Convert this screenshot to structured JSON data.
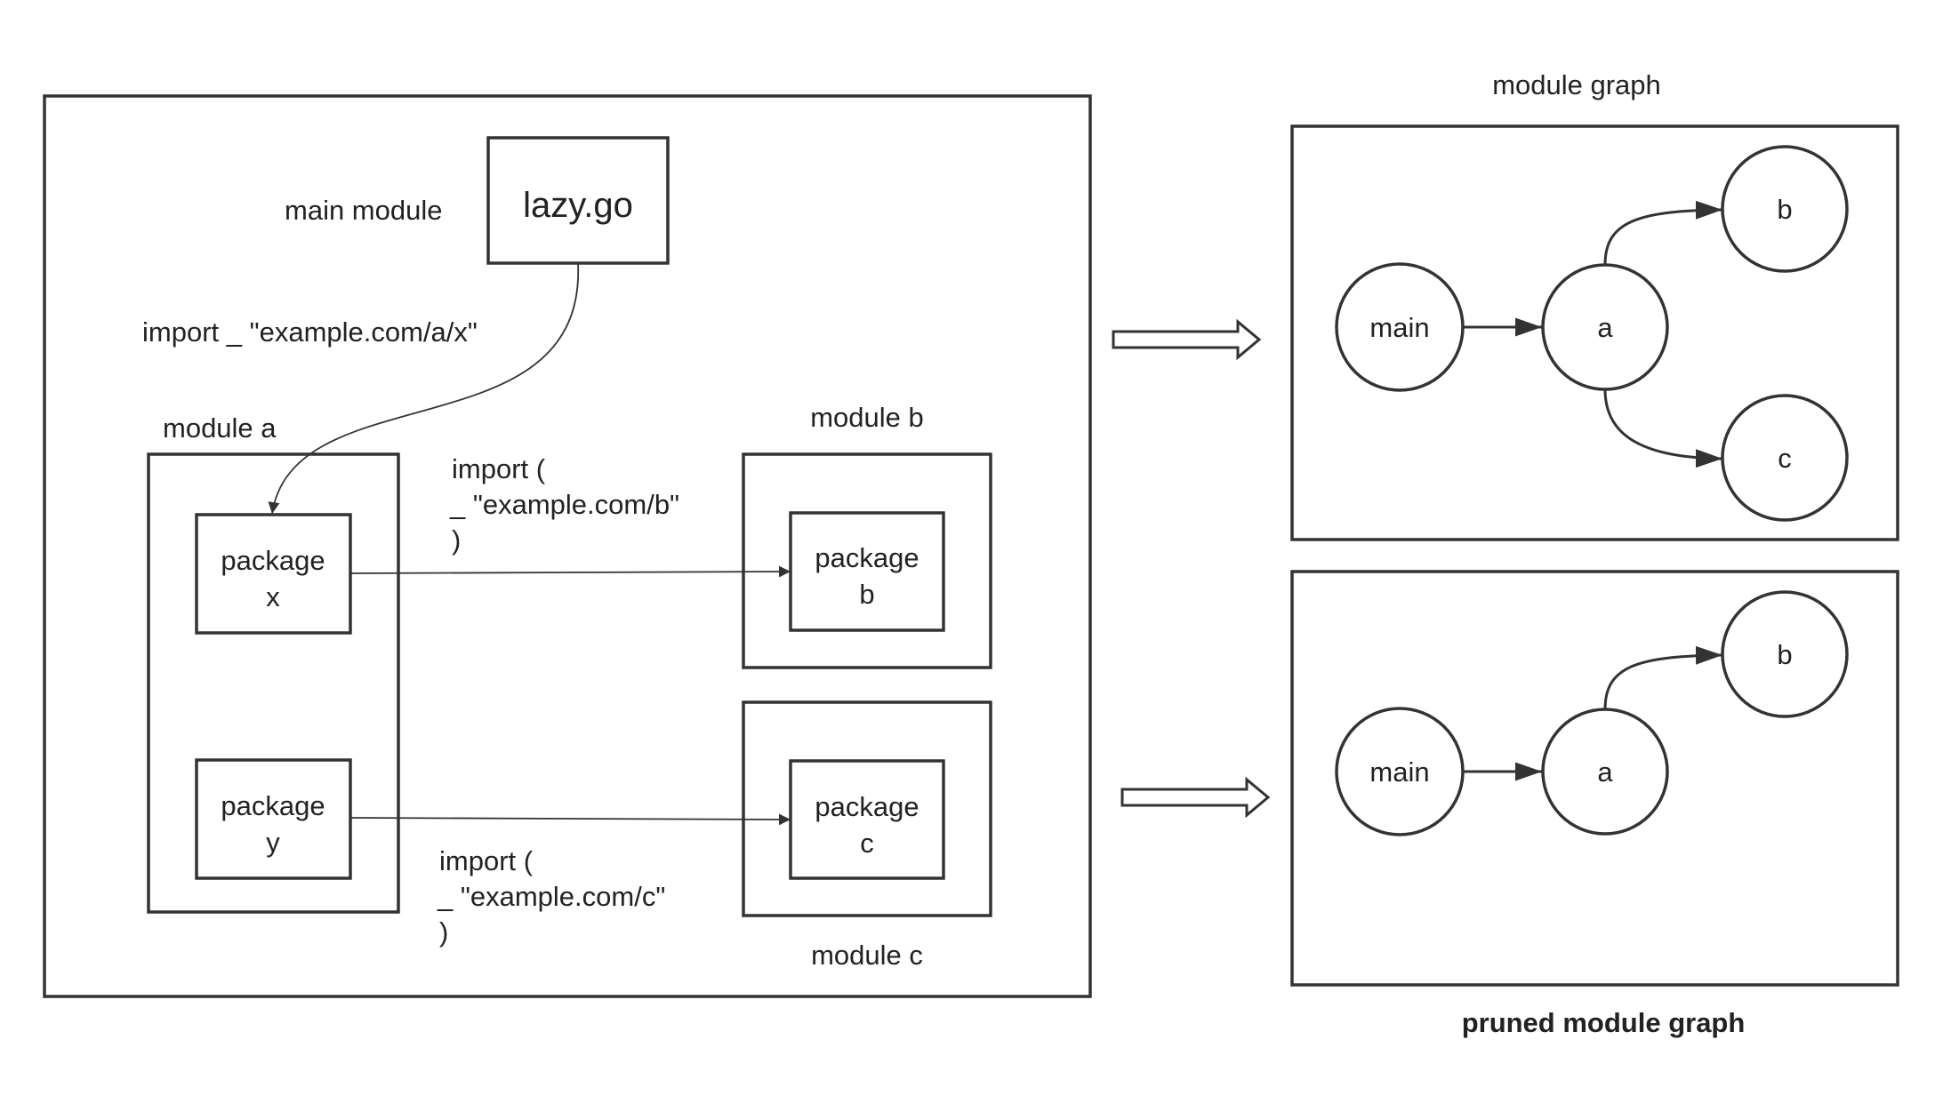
{
  "left_panel": {
    "main_module_label": "main module",
    "main_file": "lazy.go",
    "import_x": "import _ \"example.com/a/x\"",
    "module_a_label": "module a",
    "module_b_label": "module b",
    "module_c_label": "module c",
    "package_x": [
      "package",
      "x"
    ],
    "package_y": [
      "package",
      "y"
    ],
    "package_b": [
      "package",
      "b"
    ],
    "package_c": [
      "package",
      "c"
    ],
    "import_b": [
      "import   (",
      "_ \"example.com/b\"",
      ")"
    ],
    "import_c": [
      "import   (",
      "_ \"example.com/c\"",
      ")"
    ]
  },
  "module_graph": {
    "title": "module graph",
    "nodes": [
      "main",
      "a",
      "b",
      "c"
    ]
  },
  "pruned_graph": {
    "title": "pruned module graph",
    "nodes": [
      "main",
      "a",
      "b"
    ]
  }
}
